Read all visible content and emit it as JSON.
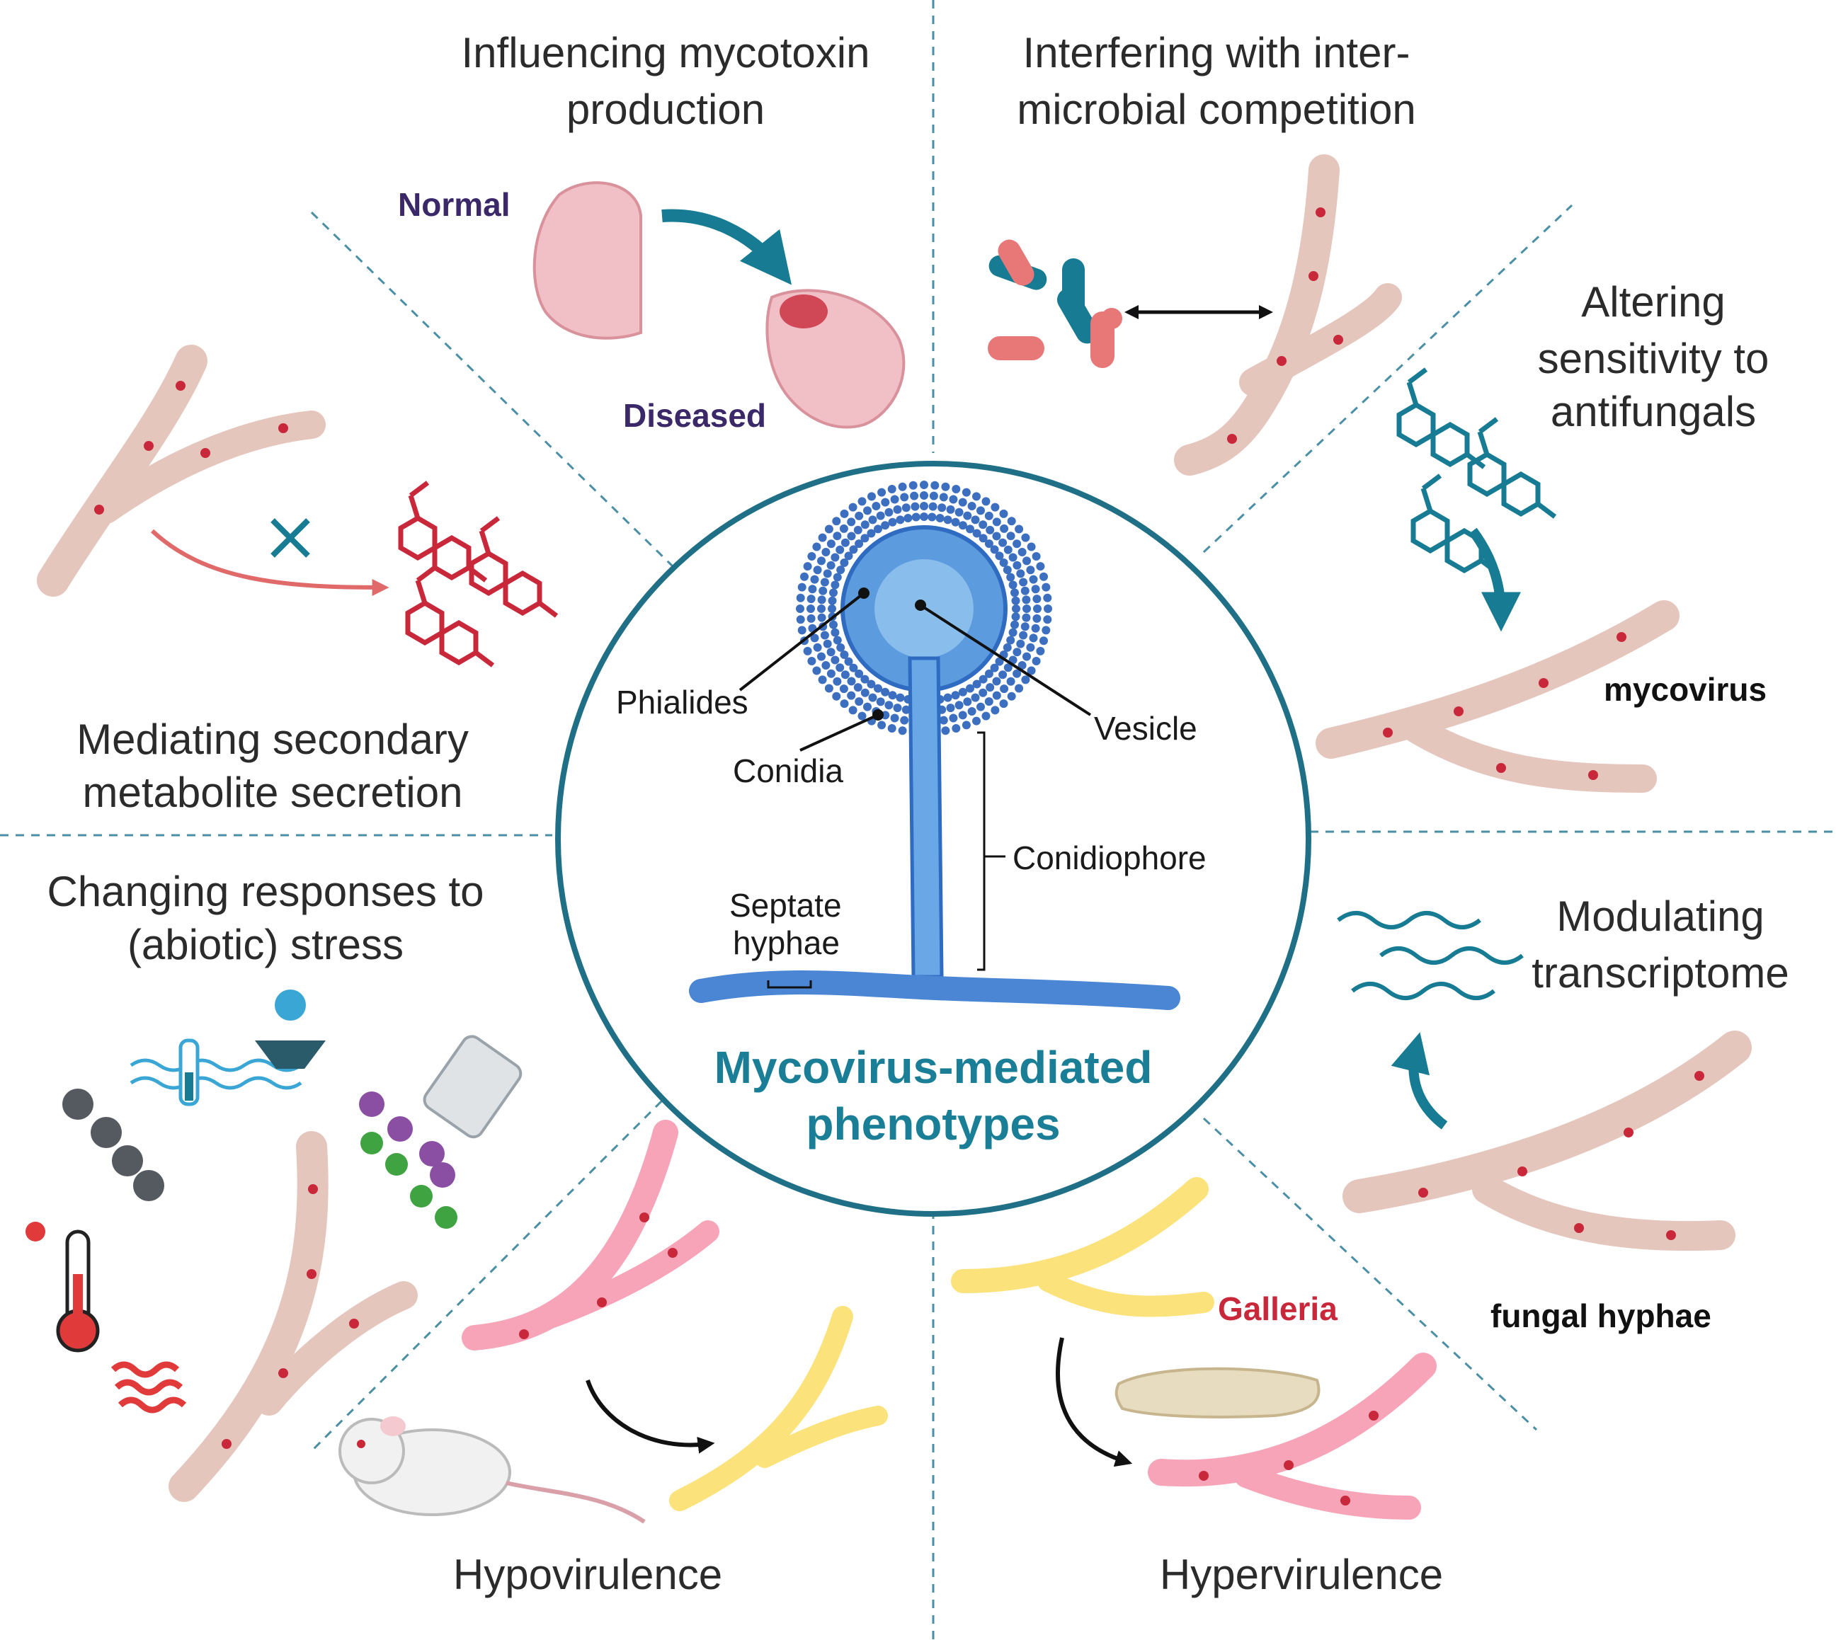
{
  "center": {
    "title_line1": "Mycovirus-mediated",
    "title_line2": "phenotypes",
    "labels": {
      "phialides": "Phialides",
      "vesicle": "Vesicle",
      "conidia": "Conidia",
      "conidiophore": "Conidiophore",
      "septate_line1": "Septate",
      "septate_line2": "hyphae"
    }
  },
  "segments": {
    "mycotoxin": {
      "line1": "Influencing mycotoxin",
      "line2": "production",
      "normal": "Normal",
      "diseased": "Diseased"
    },
    "competition": {
      "line1": "Interfering with inter-",
      "line2": "microbial competition"
    },
    "antifungals": {
      "line1": "Altering",
      "line2": "sensitivity to",
      "line3": "antifungals",
      "tag": "mycovirus"
    },
    "transcriptome": {
      "line1": "Modulating",
      "line2": "transcriptome",
      "tag": "fungal hyphae"
    },
    "hypervirulence": {
      "title": "Hypervirulence",
      "host": "Galleria"
    },
    "hypovirulence": {
      "title": "Hypovirulence"
    },
    "stress": {
      "line1": "Changing responses to",
      "line2": "(abiotic) stress"
    },
    "secondary": {
      "line1": "Mediating secondary",
      "line2": "metabolite secretion"
    }
  },
  "colors": {
    "accent_teal": "#1a7f96",
    "dark_teal": "#167b93",
    "hypha_beige": "#e5c6bd",
    "hypha_pink": "#f7a4b8",
    "hypha_yellow": "#fbe27a",
    "virus_red": "#c8283a",
    "label_purple": "#3a2868"
  }
}
